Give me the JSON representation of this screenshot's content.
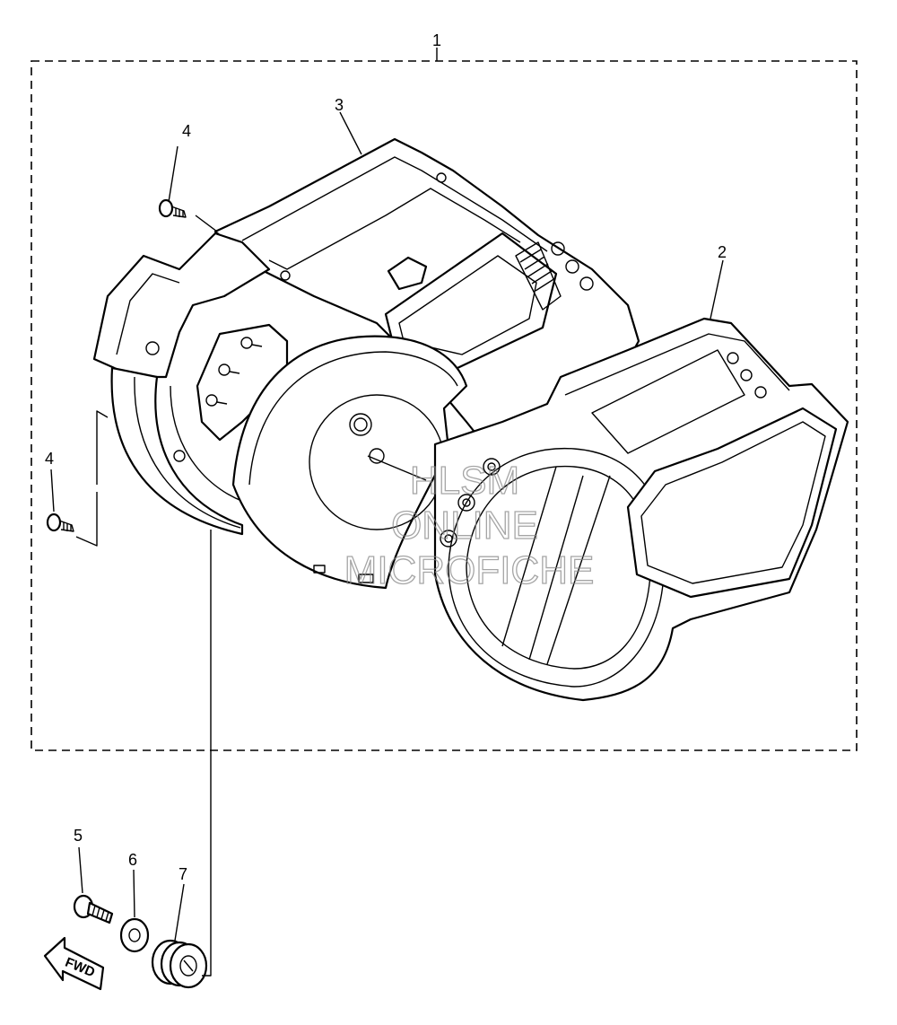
{
  "diagram": {
    "callouts": [
      {
        "id": "1",
        "text": "1"
      },
      {
        "id": "2",
        "text": "2"
      },
      {
        "id": "3",
        "text": "3"
      },
      {
        "id": "4a",
        "text": "4"
      },
      {
        "id": "4b",
        "text": "4"
      },
      {
        "id": "5",
        "text": "5"
      },
      {
        "id": "6",
        "text": "6"
      },
      {
        "id": "7",
        "text": "7"
      }
    ],
    "direction_label": "FWD",
    "watermark": {
      "line1": "HLSM",
      "line2": "ONLINE",
      "line3": "MICROFICHE"
    }
  }
}
